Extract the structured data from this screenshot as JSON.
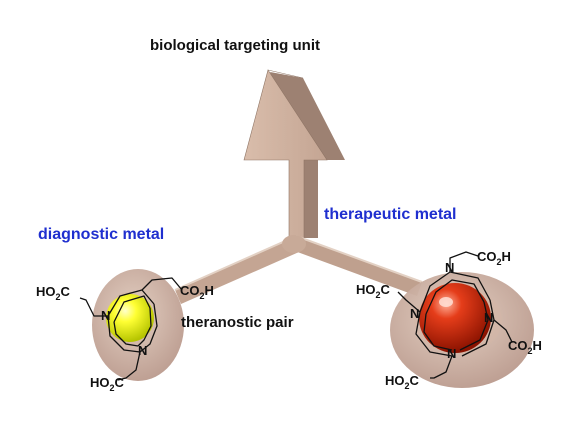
{
  "labels": {
    "top": "biological targeting unit",
    "left_metal": "diagnostic metal",
    "right_metal": "therapeutic metal",
    "pair": "theranostic pair"
  },
  "chem": {
    "ho2c_prefix": "HO",
    "co2h_prefix": "CO",
    "sub2": "2",
    "c": "C",
    "h": "H",
    "n": "N"
  },
  "colors": {
    "scaffold": "#c9aa98",
    "scaffold_dark": "#a88a78",
    "text_blue": "#1f2fcf",
    "diagnostic_metal": "#ffff33",
    "therapeutic_metal": "#d61a00"
  }
}
